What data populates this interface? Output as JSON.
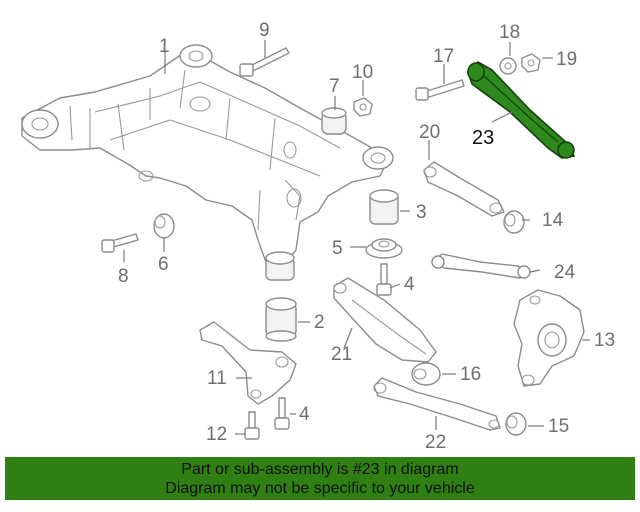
{
  "diagram": {
    "highlight_color": "#2e8a1c",
    "highlighted_part": "23",
    "callouts": {
      "c1": "1",
      "c2": "2",
      "c3": "3",
      "c4a": "4",
      "c4b": "4",
      "c5": "5",
      "c6": "6",
      "c7": "7",
      "c8": "8",
      "c9": "9",
      "c10": "10",
      "c11": "11",
      "c12": "12",
      "c13": "13",
      "c14": "14",
      "c15": "15",
      "c16": "16",
      "c17": "17",
      "c18": "18",
      "c19": "19",
      "c20": "20",
      "c21": "21",
      "c22": "22",
      "c23": "23",
      "c24": "24"
    }
  },
  "banner": {
    "background": "#2f7f12",
    "line1": "Part or sub-assembly is #23 in diagram",
    "line2": "Diagram may not be specific to your vehicle"
  }
}
